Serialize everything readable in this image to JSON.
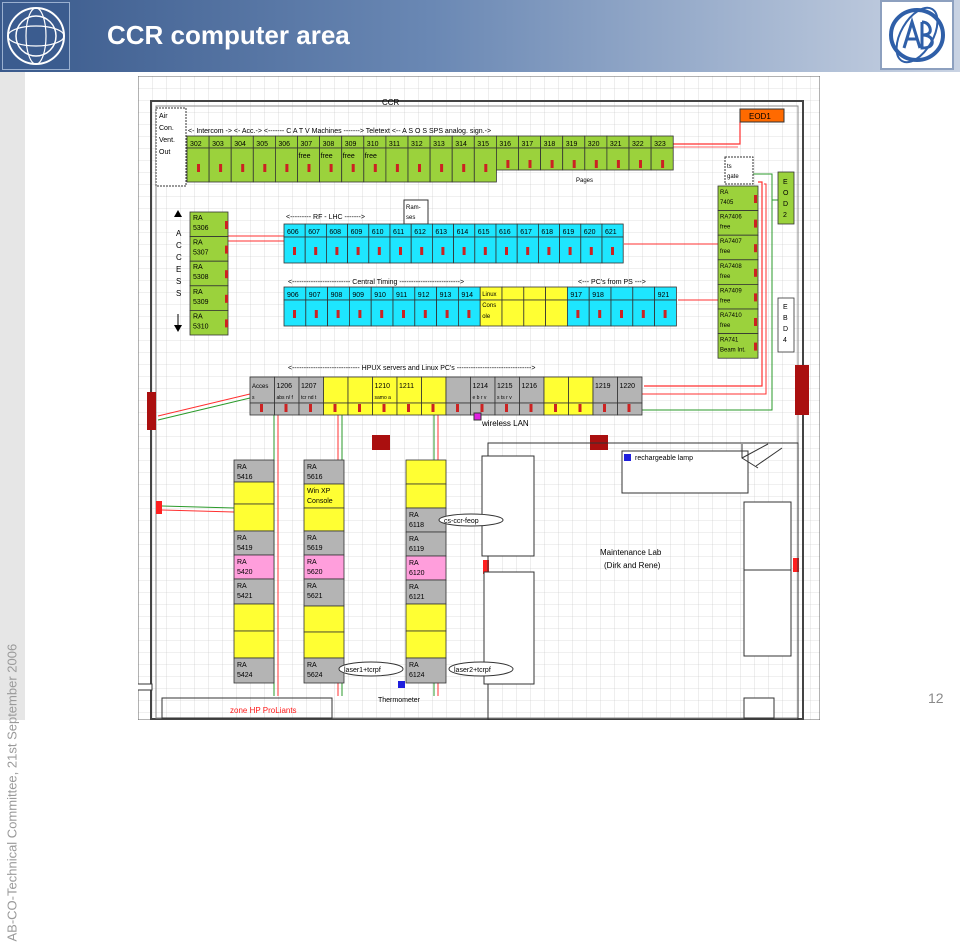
{
  "title": "CCR computer area",
  "footer_side": "AB-CO-Technical  Committee, 21st September 2006",
  "page_number": "12",
  "colors": {
    "green": "#9bd23c",
    "cyan": "#1ee6ff",
    "yellow": "#ffff33",
    "gray": "#b4b4b4",
    "pink": "#ff9edc",
    "orange": "#ff6a00",
    "dark_red": "#aa0f0f",
    "red_line": "#ff3030",
    "green_line": "#2a9a2a",
    "blue_marker": "#1f1fdd",
    "magenta_marker": "#e020e0"
  },
  "plan": {
    "room_label": "CCR",
    "air_con": [
      "Air",
      "Con.",
      "Vent.",
      "Out"
    ],
    "eod1": "EOD1",
    "eod2": [
      "E",
      "O",
      "D",
      "2"
    ],
    "ebd4": [
      "E",
      "B",
      "D",
      "4"
    ],
    "access": [
      "A",
      "C",
      "C",
      "E",
      "S",
      "S"
    ],
    "top_heading": "<-  Intercom  ->  <- Acc.->          <-------  C A T V  Machines ------->  Teletext  <-- A S O S    SPS analog. sign.->",
    "top_racks": [
      "302",
      "303",
      "304",
      "305",
      "306",
      "307",
      "308",
      "309",
      "310",
      "311",
      "312",
      "313",
      "314",
      "315",
      "316",
      "317",
      "318",
      "319",
      "320",
      "321",
      "322",
      "323"
    ],
    "free": [
      "free",
      "free",
      "free",
      "free"
    ],
    "pages": "Pages",
    "rf_heading": "<---------  RF  -   LHC  ------->",
    "ramses": [
      "Ram-",
      "ses"
    ],
    "rf_racks": [
      "606",
      "607",
      "608",
      "609",
      "610",
      "611",
      "612",
      "613",
      "614",
      "615",
      "616",
      "617",
      "618",
      "619",
      "620",
      "621"
    ],
    "timing_heading": "<-------------------------  Central Timing  -------------------------->",
    "ps_heading": "<--- PC's from PS --->",
    "timing_racks": [
      "906",
      "907",
      "908",
      "909",
      "910",
      "911",
      "912",
      "913",
      "914"
    ],
    "linux_console": [
      "Linux",
      "Cons",
      "ole"
    ],
    "ps_racks": [
      "917",
      "918",
      "921"
    ],
    "ra_left": [
      [
        "RA",
        "5306"
      ],
      [
        "RA",
        "5307"
      ],
      [
        "RA",
        "5308"
      ],
      [
        "RA",
        "5309"
      ],
      [
        "RA",
        "5310"
      ]
    ],
    "ra_right": [
      [
        "RA",
        "7405"
      ],
      [
        "RA7406",
        "free"
      ],
      [
        "RA7407",
        "free"
      ],
      [
        "RA7408",
        "free"
      ],
      [
        "RA7409",
        "free"
      ],
      [
        "RA7410",
        "free"
      ],
      [
        "RA741",
        "Beam Int."
      ]
    ],
    "ts_gate": [
      "ts",
      "gate"
    ],
    "hpux_heading": "<-----------------------------  HPUX servers  and Linux PC's  -------------------------------->",
    "hpux_racks": [
      "Acces",
      "1206",
      "1207",
      "1210",
      "1211",
      "1214",
      "1215",
      "1216",
      "1219",
      "1220"
    ],
    "hpux_sub": [
      "s",
      "abs n/ f",
      "tcr nd t",
      "samo a",
      "e b r v",
      "s ts r v"
    ],
    "wireless": "wireless LAN",
    "rechargeable": "rechargeable lamp",
    "col1": [
      [
        "RA",
        "5416"
      ],
      [
        "RA",
        "5419"
      ],
      [
        "RA",
        "5420"
      ],
      [
        "RA",
        "5421"
      ],
      [
        "RA",
        "5424"
      ]
    ],
    "col2": [
      [
        "RA",
        "5616"
      ],
      [
        "Win XP",
        "Console"
      ],
      [
        "RA",
        "5619"
      ],
      [
        "RA",
        "5620"
      ],
      [
        "RA",
        "5621"
      ],
      [
        "RA",
        "5624"
      ]
    ],
    "col3": [
      [
        "RA",
        "6118"
      ],
      [
        "RA",
        "6119"
      ],
      [
        "RA",
        "6120"
      ],
      [
        "RA",
        "6121"
      ],
      [
        "RA",
        "6124"
      ]
    ],
    "cs_ccr": "cs-ccr-feop",
    "laser1": "laser1+tcrpf",
    "laser2": "laser2+tcrpf",
    "maintenance": "Maintenance Lab",
    "maint_sub": "(Dirk and Rene)",
    "thermometer": "Thermometer",
    "zone": "zone  HP  ProLiants"
  }
}
